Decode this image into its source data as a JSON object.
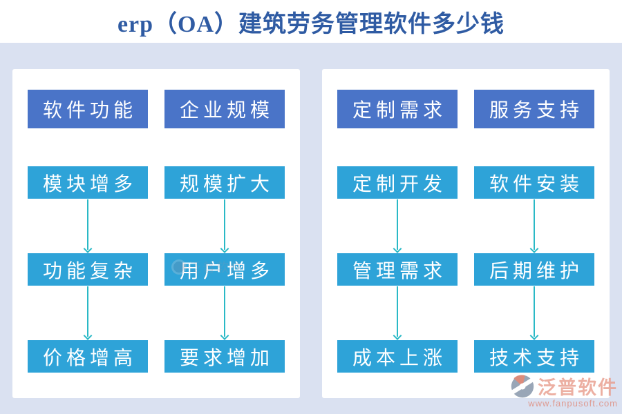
{
  "title": "erp（OA）建筑劳务管理软件多少钱",
  "colors": {
    "band_bg": "#dae1f1",
    "header_box": "#4a74c8",
    "step_box": "#2ea3d8",
    "arrow": "#2ab9c6",
    "title_text": "#2f5ba3",
    "logo_text": "#e89c8c",
    "logo_url": "#e08a7a"
  },
  "diagram": {
    "columns": [
      {
        "header": "软件功能",
        "steps": [
          "模块增多",
          "功能复杂",
          "价格增高"
        ]
      },
      {
        "header": "企业规模",
        "steps": [
          "规模扩大",
          "用户增多",
          "要求增加"
        ]
      },
      {
        "header": "定制需求",
        "steps": [
          "定制开发",
          "管理需求",
          "成本上涨"
        ]
      },
      {
        "header": "服务支持",
        "steps": [
          "软件安装",
          "后期维护",
          "技术支持"
        ]
      }
    ]
  },
  "watermark": {
    "text": "泛普软件"
  },
  "logo": {
    "name": "泛普软件",
    "url": "www.fanpusoft.com"
  }
}
